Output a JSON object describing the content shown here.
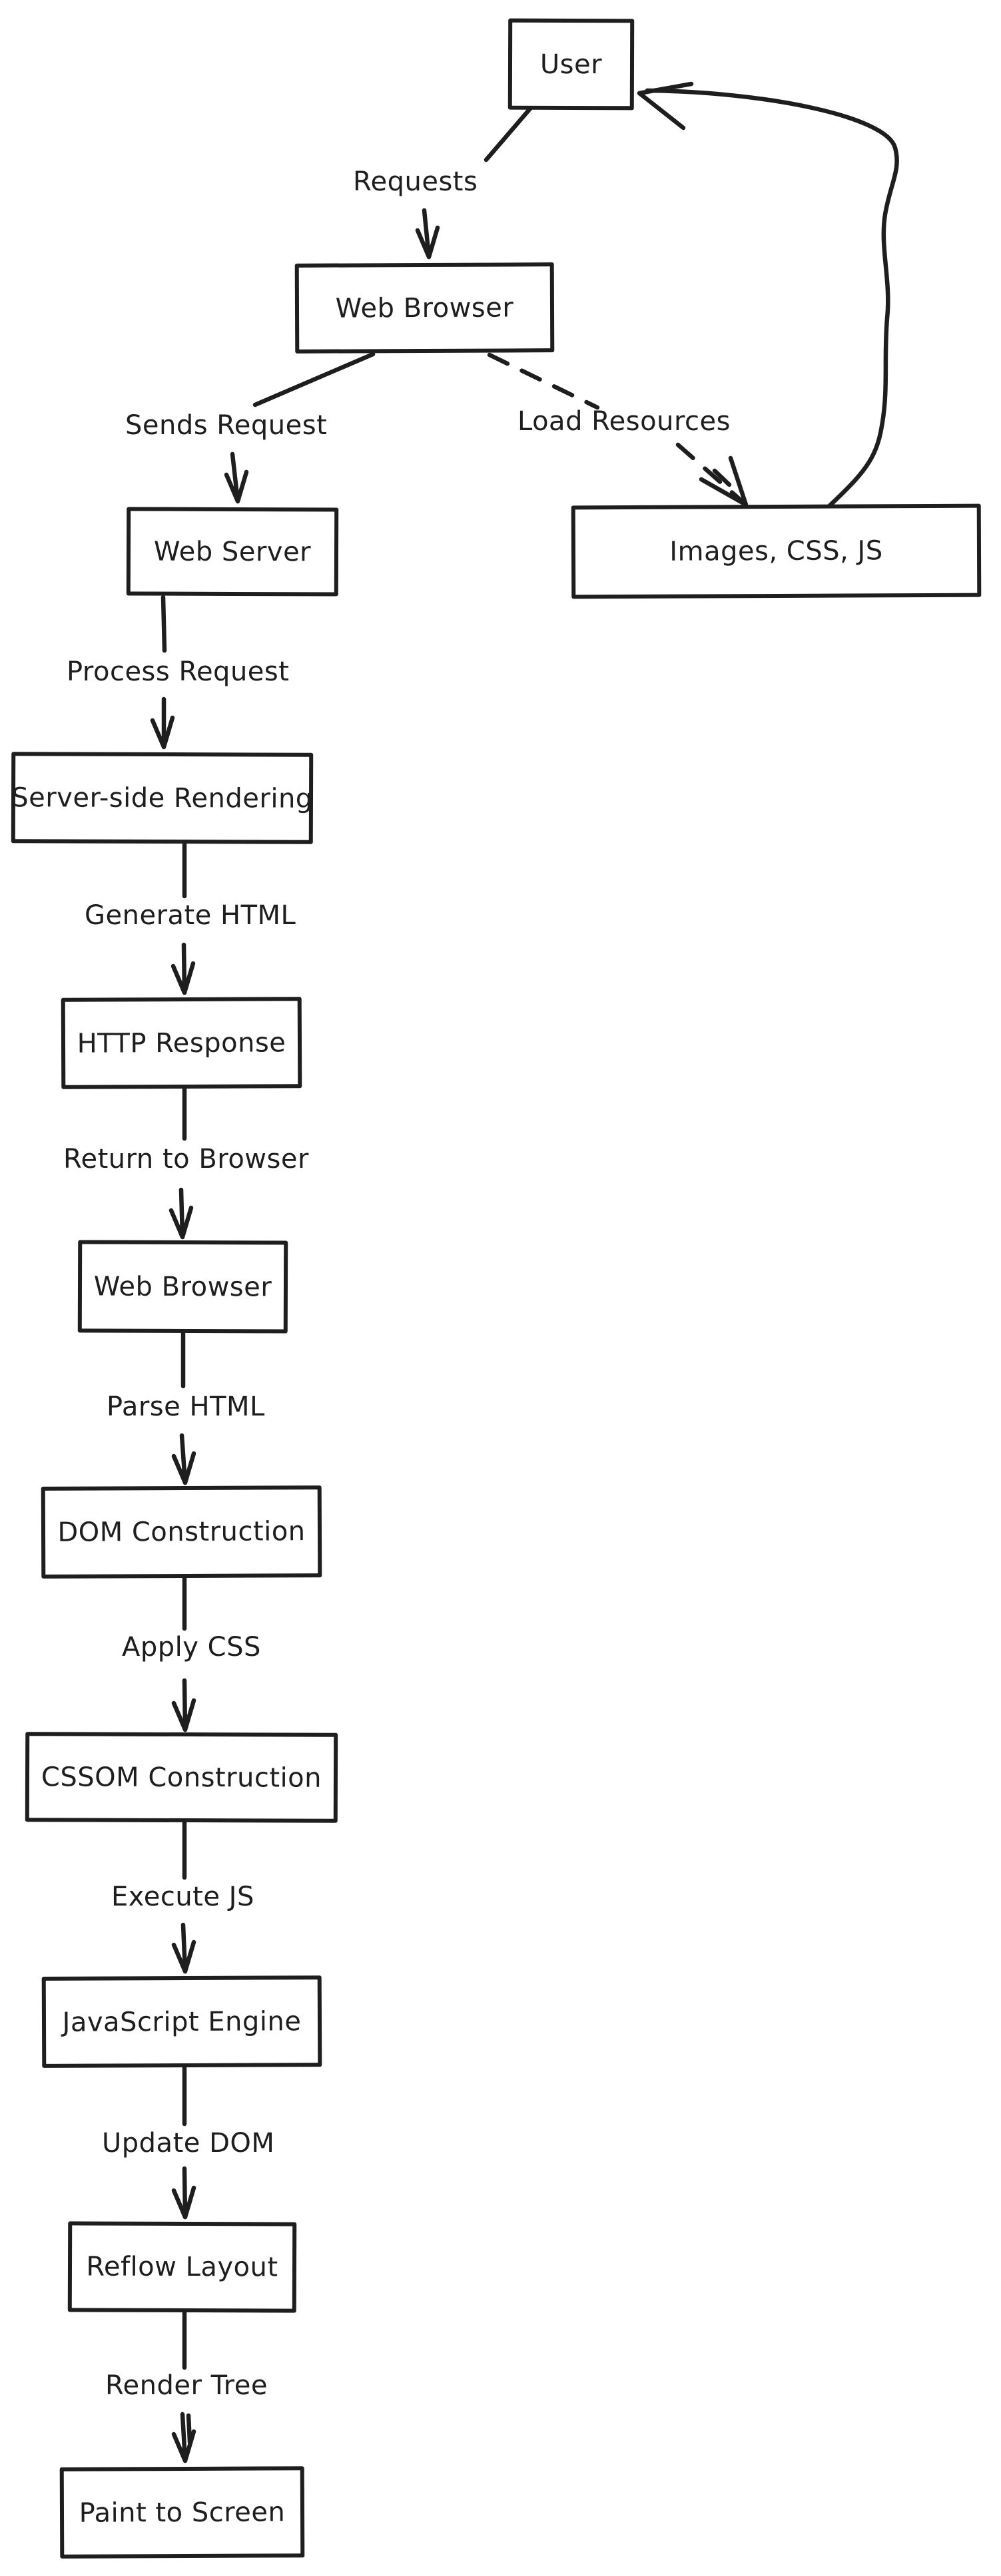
{
  "diagram": {
    "type": "flowchart",
    "style": "hand-drawn",
    "colors": {
      "stroke": "#1e1e1e",
      "background": "#ffffff"
    }
  },
  "nodes": [
    {
      "id": "user",
      "label": "User"
    },
    {
      "id": "web-browser-1",
      "label": "Web Browser"
    },
    {
      "id": "web-server",
      "label": "Web Server"
    },
    {
      "id": "images-css-js",
      "label": "Images, CSS, JS"
    },
    {
      "id": "server-side-rendering",
      "label": "Server-side Rendering"
    },
    {
      "id": "http-response",
      "label": "HTTP Response"
    },
    {
      "id": "web-browser-2",
      "label": "Web Browser"
    },
    {
      "id": "dom-construction",
      "label": "DOM Construction"
    },
    {
      "id": "cssom-construction",
      "label": "CSSOM Construction"
    },
    {
      "id": "javascript-engine",
      "label": "JavaScript Engine"
    },
    {
      "id": "reflow-layout",
      "label": "Reflow Layout"
    },
    {
      "id": "paint-to-screen",
      "label": "Paint to Screen"
    }
  ],
  "edges": [
    {
      "from": "user",
      "to": "web-browser-1",
      "label": "Requests",
      "style": "solid"
    },
    {
      "from": "web-browser-1",
      "to": "web-server",
      "label": "Sends Request",
      "style": "solid"
    },
    {
      "from": "web-browser-1",
      "to": "images-css-js",
      "label": "Load Resources",
      "style": "dashed"
    },
    {
      "from": "images-css-js",
      "to": "user",
      "label": "",
      "style": "solid-curve"
    },
    {
      "from": "web-server",
      "to": "server-side-rendering",
      "label": "Process Request",
      "style": "solid"
    },
    {
      "from": "server-side-rendering",
      "to": "http-response",
      "label": "Generate HTML",
      "style": "solid"
    },
    {
      "from": "http-response",
      "to": "web-browser-2",
      "label": "Return to Browser",
      "style": "solid"
    },
    {
      "from": "web-browser-2",
      "to": "dom-construction",
      "label": "Parse HTML",
      "style": "solid"
    },
    {
      "from": "dom-construction",
      "to": "cssom-construction",
      "label": "Apply CSS",
      "style": "solid"
    },
    {
      "from": "cssom-construction",
      "to": "javascript-engine",
      "label": "Execute JS",
      "style": "solid"
    },
    {
      "from": "javascript-engine",
      "to": "reflow-layout",
      "label": "Update DOM",
      "style": "solid"
    },
    {
      "from": "reflow-layout",
      "to": "paint-to-screen",
      "label": "Render Tree",
      "style": "solid"
    }
  ]
}
